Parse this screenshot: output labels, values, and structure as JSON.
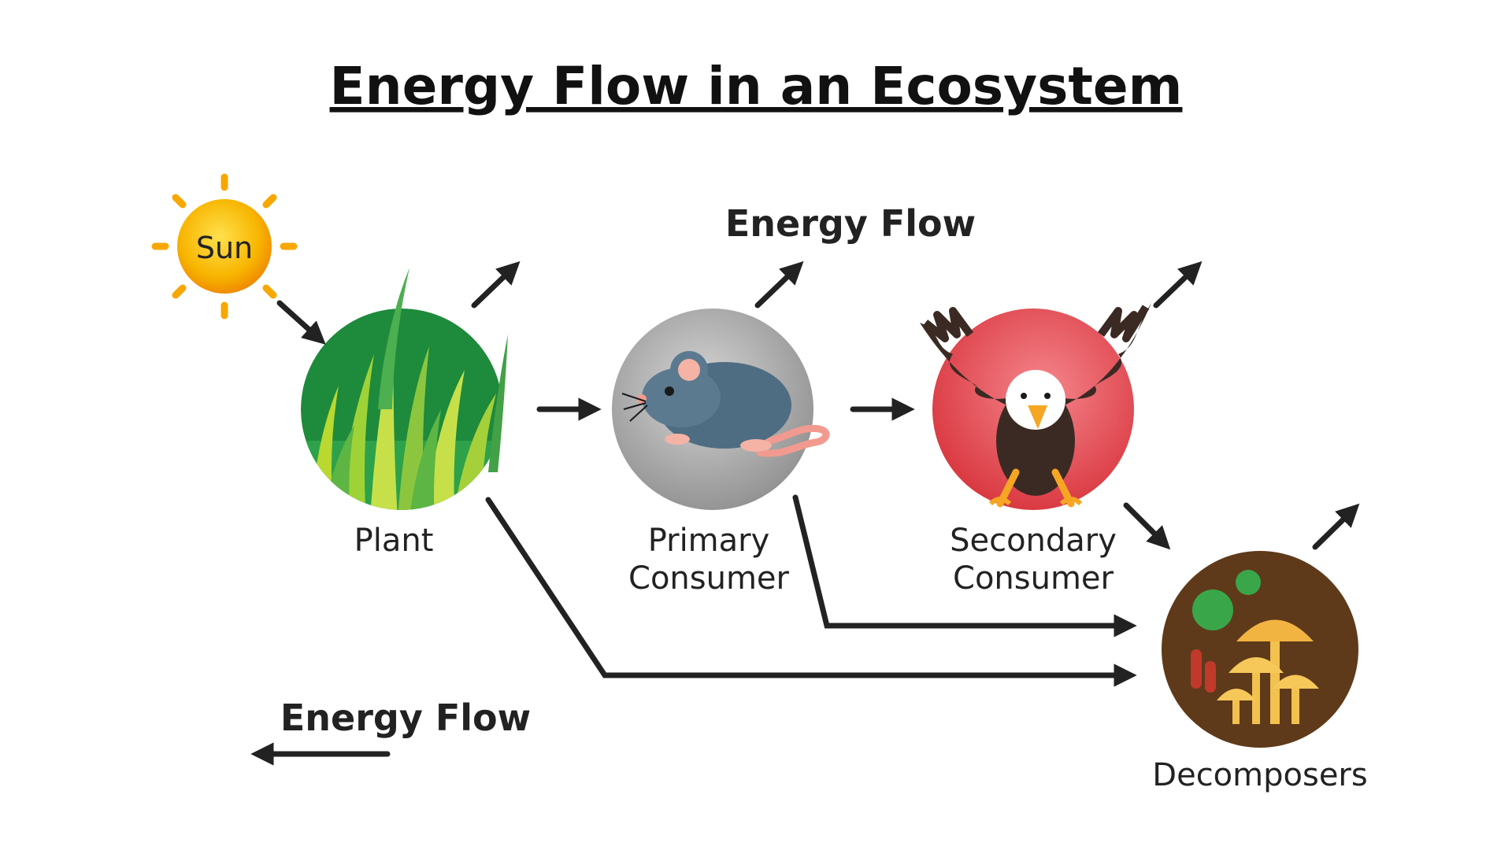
{
  "title": "Energy Flow in an Ecosystem",
  "flow_label_top": "Energy Flow",
  "flow_label_legend": "Energy Flow",
  "nodes": {
    "sun": {
      "label": "Sun",
      "color": "#f7b500"
    },
    "plant": {
      "label": "Plant",
      "color": "#1e8a3c",
      "icon": "grass-icon"
    },
    "primary": {
      "label_line1": "Primary",
      "label_line2": "Consumer",
      "color": "#a9a9a9",
      "icon": "mouse-icon"
    },
    "secondary": {
      "label_line1": "Secondary",
      "label_line2": "Consumer",
      "color": "#e8535a",
      "icon": "eagle-icon"
    },
    "decomposers": {
      "label": "Decomposers",
      "color": "#5e3a1a",
      "icon": "mushroom-icon"
    }
  },
  "arrow_color": "#222222"
}
